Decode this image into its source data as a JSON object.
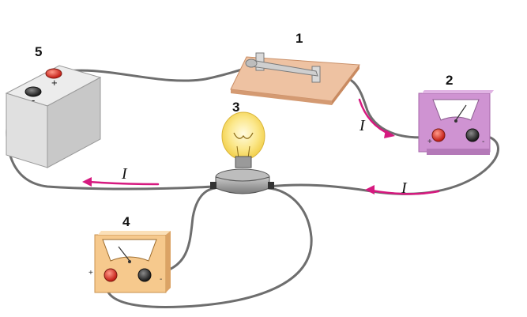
{
  "labels": {
    "switch": "1",
    "ammeter": "2",
    "lamp": "3",
    "voltmeter": "4",
    "battery": "5"
  },
  "current_symbol": "I",
  "battery": {
    "plus": "+",
    "minus": "-"
  },
  "meter_signs": {
    "plus": "+",
    "minus": "-"
  },
  "colors": {
    "wire": "#6e6e6e",
    "arrow": "#d6197f",
    "switch_board": "#eec2a2",
    "ammeter_body": "#cf93d2",
    "voltmeter_body": "#f6c98d",
    "battery_body": "#d9d9d9",
    "bulb_glow": "#fbe78a",
    "terminal_red": "#e23a2f",
    "terminal_dark": "#333333"
  }
}
